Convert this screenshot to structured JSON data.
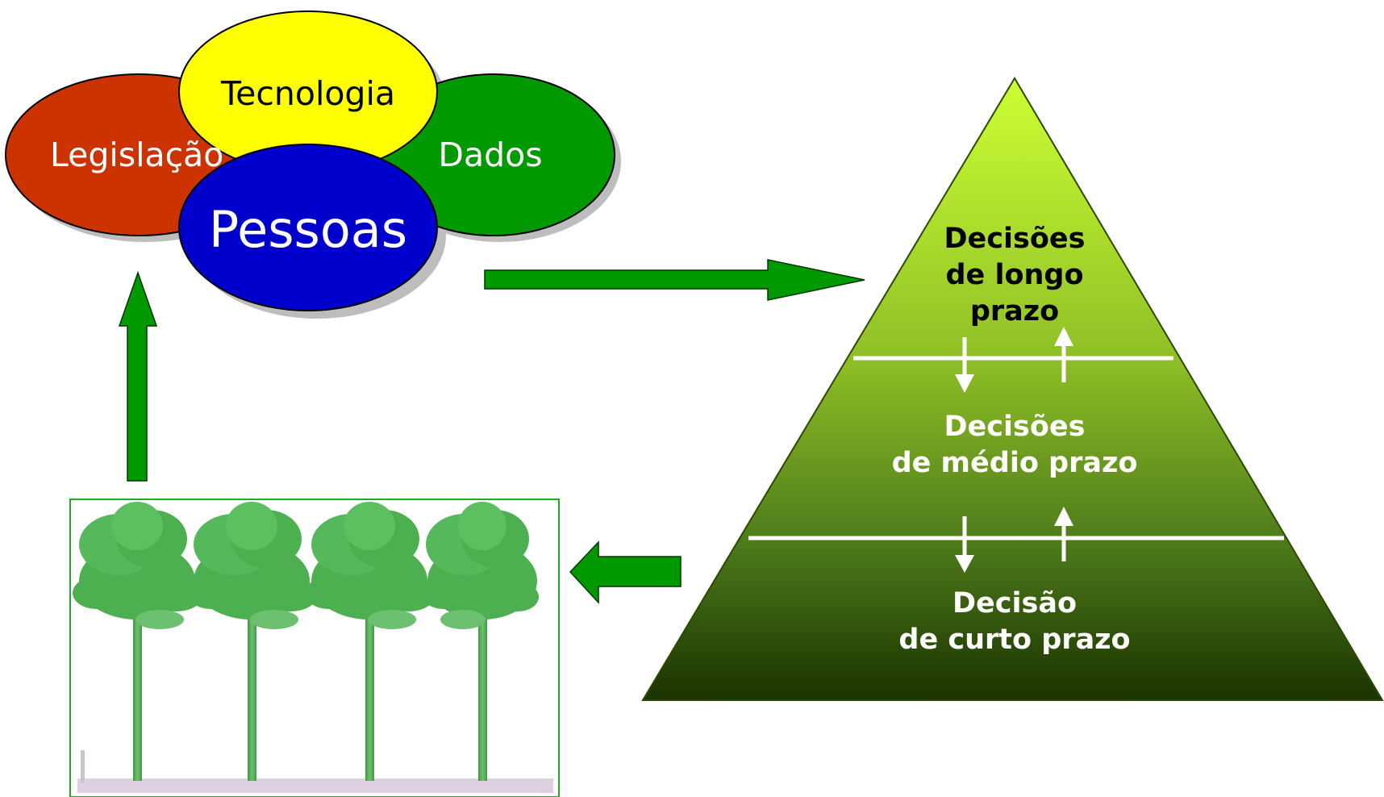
{
  "circles": {
    "legislacao": "Legislação",
    "tecnologia": "Tecnologia",
    "dados": "Dados",
    "pessoas": "Pessoas"
  },
  "pyramid": {
    "top": [
      "Decisões",
      "de longo",
      "prazo"
    ],
    "middle": [
      "Decisões",
      "de médio prazo"
    ],
    "bottom": [
      "Decisão",
      "de curto prazo"
    ]
  },
  "colors": {
    "legislacao": "#cc3300",
    "tecnologia": "#ffff00",
    "dados": "#009900",
    "pessoas": "#0000cc",
    "arrow_green": "#009900",
    "pyramid_top": "#ccff33",
    "pyramid_bottom": "#1a3300",
    "tree_green": "#4caf50"
  },
  "icons": {
    "forest": "araucaria-trees-image"
  }
}
